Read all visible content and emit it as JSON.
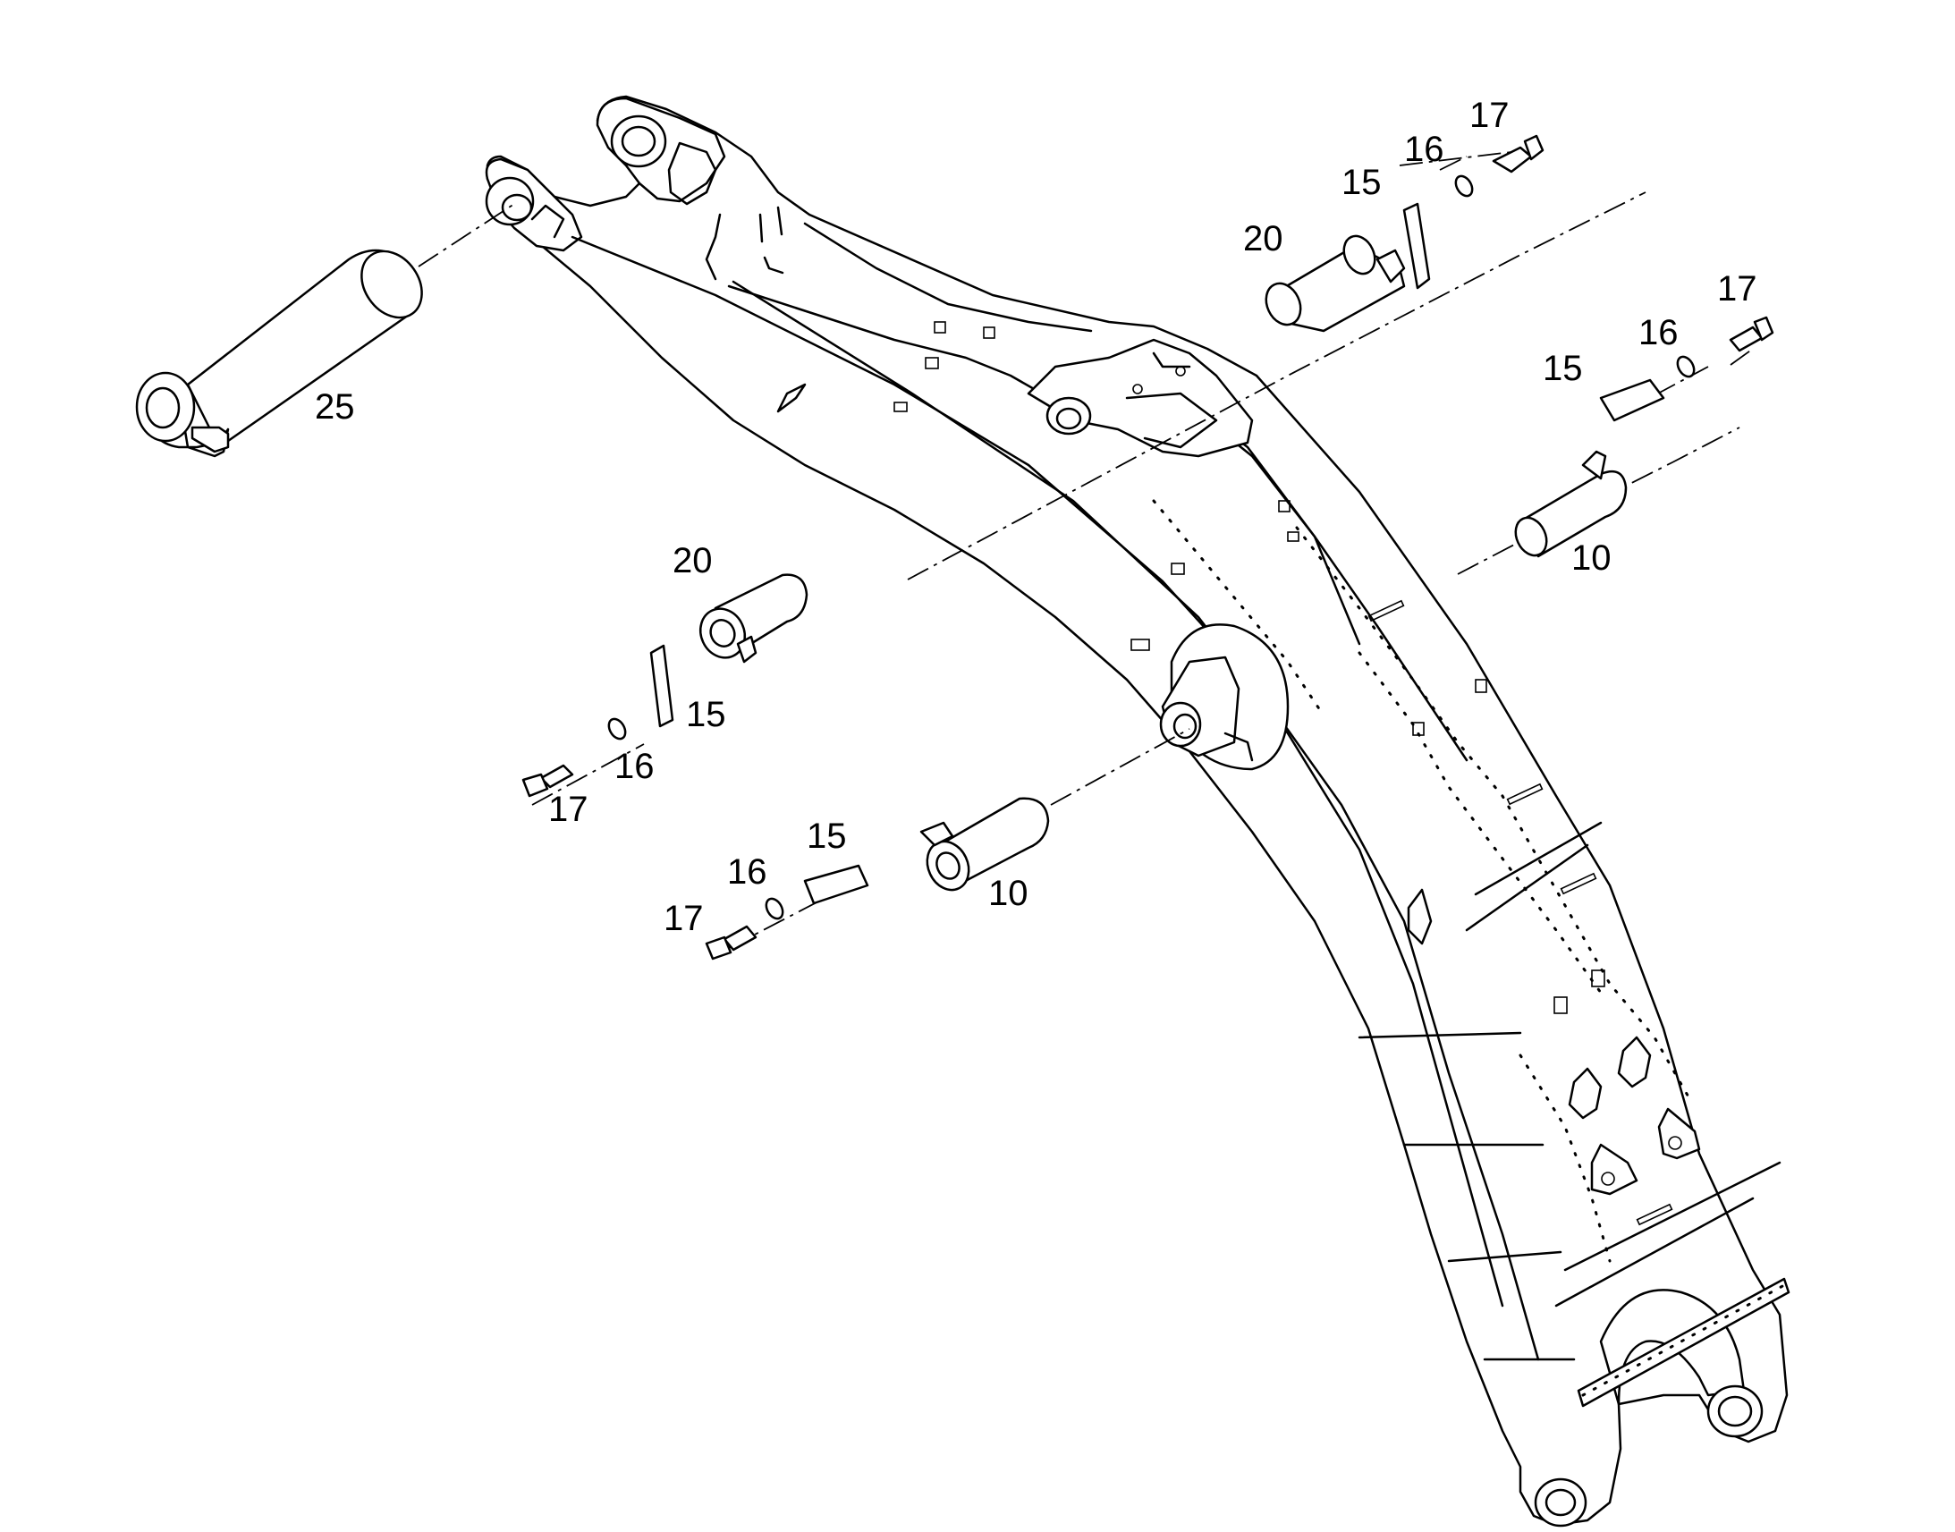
{
  "diagram": {
    "parts": [
      {
        "id": "pin-25",
        "label": "25"
      },
      {
        "id": "pin-20-upper",
        "label": "20"
      },
      {
        "id": "plate-15-a",
        "label": "15"
      },
      {
        "id": "washer-16-a",
        "label": "16"
      },
      {
        "id": "bolt-17-a",
        "label": "17"
      },
      {
        "id": "plate-15-b",
        "label": "15"
      },
      {
        "id": "washer-16-b",
        "label": "16"
      },
      {
        "id": "bolt-17-b",
        "label": "17"
      },
      {
        "id": "pin-10-right",
        "label": "10"
      },
      {
        "id": "pin-20-lower",
        "label": "20"
      },
      {
        "id": "plate-15-c",
        "label": "15"
      },
      {
        "id": "washer-16-c",
        "label": "16"
      },
      {
        "id": "bolt-17-c",
        "label": "17"
      },
      {
        "id": "pin-10-lower",
        "label": "10"
      },
      {
        "id": "plate-15-d",
        "label": "15"
      },
      {
        "id": "washer-16-d",
        "label": "16"
      },
      {
        "id": "bolt-17-d",
        "label": "17"
      }
    ]
  }
}
